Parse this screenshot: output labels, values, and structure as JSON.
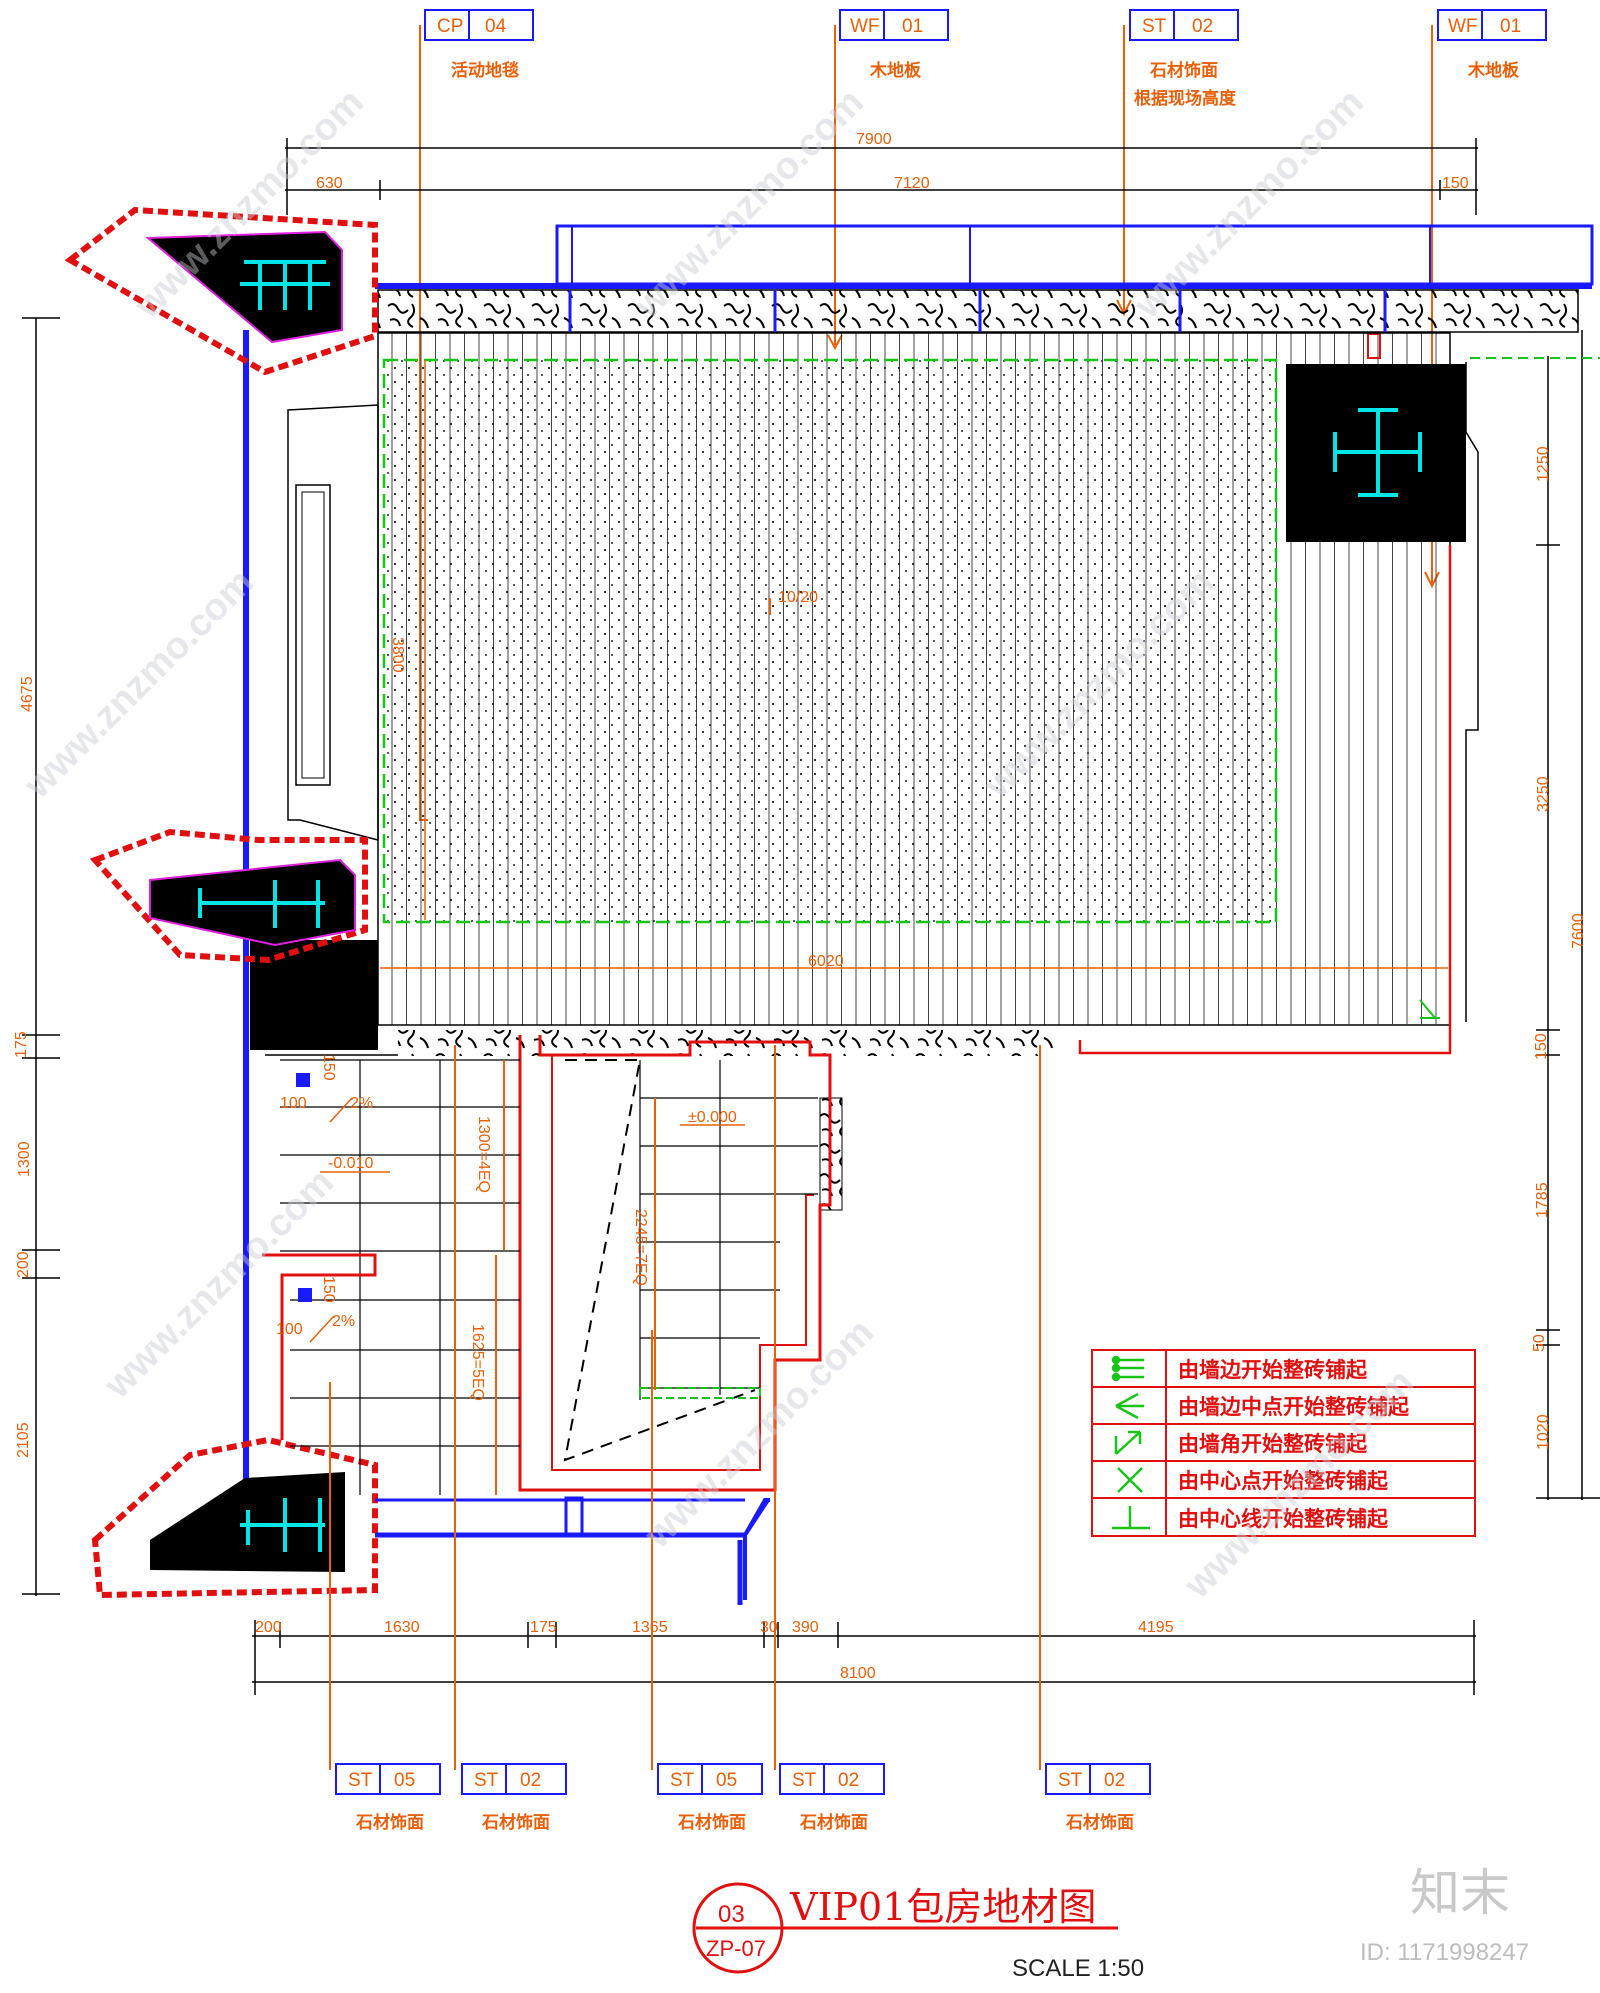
{
  "drawing": {
    "title": "VIP01包房地材图",
    "scale": "SCALE 1:50",
    "number_top": "03",
    "number_bottom": "ZP-07"
  },
  "tags_top": [
    {
      "code": "CP",
      "num": "04",
      "label": "活动地毯",
      "label2": ""
    },
    {
      "code": "WF",
      "num": "01",
      "label": "木地板",
      "label2": ""
    },
    {
      "code": "ST",
      "num": "02",
      "label": "石材饰面",
      "label2": "根据现场高度"
    },
    {
      "code": "WF",
      "num": "01",
      "label": "木地板",
      "label2": ""
    }
  ],
  "tags_bottom": [
    {
      "code": "ST",
      "num": "05",
      "label": "石材饰面"
    },
    {
      "code": "ST",
      "num": "02",
      "label": "石材饰面"
    },
    {
      "code": "ST",
      "num": "05",
      "label": "石材饰面"
    },
    {
      "code": "ST",
      "num": "02",
      "label": "石材饰面"
    },
    {
      "code": "ST",
      "num": "02",
      "label": "石材饰面"
    }
  ],
  "dims": {
    "top_total": "7900",
    "top_left": "630",
    "top_mid": "7120",
    "top_right": "150",
    "bottom_segments": [
      "200",
      "1630",
      "175",
      "1365",
      "30",
      "390",
      "4195"
    ],
    "bottom_total": "8100",
    "left": [
      "4675",
      "175",
      "1300",
      "200",
      "2105"
    ],
    "right": [
      "1250",
      "3250",
      "150",
      "1785",
      "50",
      "1020"
    ],
    "right_total": "7600",
    "carpet_width": "6020",
    "carpet_height": "3800",
    "elev_main": "±0.000",
    "elev_wash": "-0.010",
    "slope_1": "2%",
    "slope_2": "2%",
    "tile_a": "1300=4EQ",
    "tile_b": "1625=5EQ",
    "tile_c": "2245=7EQ",
    "tile_small": "100",
    "tile_small2": "100",
    "drain_a": "150",
    "drain_b": "150",
    "lamp_mark": "10/20"
  },
  "legend": [
    {
      "symbol": "wall-edge",
      "text": "由墙边开始整砖铺起"
    },
    {
      "symbol": "wall-mid",
      "text": "由墙边中点开始整砖铺起"
    },
    {
      "symbol": "corner",
      "text": "由墙角开始整砖铺起"
    },
    {
      "symbol": "center-point",
      "text": "由中心点开始整砖铺起"
    },
    {
      "symbol": "center-line",
      "text": "由中心线开始整砖铺起"
    }
  ],
  "watermark": {
    "site": "www.znzmo.com",
    "brand": "知末",
    "id": "ID: 1171998247"
  },
  "colors": {
    "dim": "#e8600a",
    "wall": "#1a1aff",
    "red": "#e01010",
    "green": "#19c419",
    "cyan": "#00e5e5",
    "magenta": "#e020e0"
  }
}
